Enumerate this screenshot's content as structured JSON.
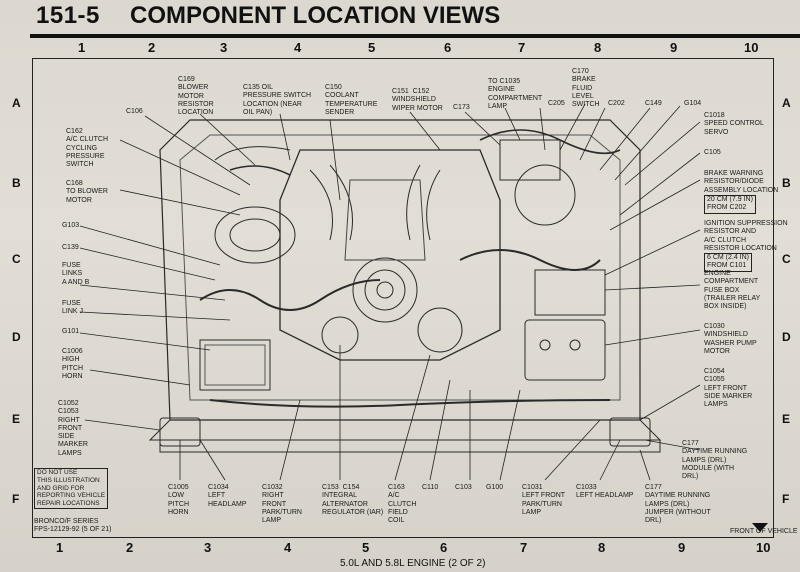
{
  "header": {
    "section": "151-5",
    "title": "COMPONENT LOCATION VIEWS"
  },
  "columns": [
    "1",
    "2",
    "3",
    "4",
    "5",
    "6",
    "7",
    "8",
    "9",
    "10"
  ],
  "rows": [
    "A",
    "B",
    "C",
    "D",
    "E",
    "F"
  ],
  "labels": {
    "c169": "C169\nBLOWER\nMOTOR\nRESISTOR\nLOCATION",
    "c135": "C135 OIL\nPRESSURE SWITCH\nLOCATION (NEAR\nOIL PAN)",
    "c150": "C150\nCOOLANT\nTEMPERATURE\nSENDER",
    "c151": "C151  C152\nWINDSHIELD\nWIPER MOTOR",
    "c1035": "TO C1035\nENGINE\nCOMPARTMENT\nLAMP",
    "c170": "C170\nBRAKE\nFLUID\nLEVEL\nSWITCH",
    "c106": "C106",
    "c173": "C173",
    "c205": "C205",
    "c202": "C202",
    "c149": "C149",
    "g104": "G104",
    "c1018": "C1018\nSPEED CONTROL\nSERVO",
    "c162": "C162\nA/C CLUTCH\nCYCLING\nPRESSURE\nSWITCH",
    "c105": "C105",
    "brake_warning": "BRAKE WARNING\nRESISTOR/DIODE\nASSEMBLY LOCATION",
    "brake_warning_dist": "20 cm (7.9 IN)\nFROM C202",
    "c168": "C168\nTO BLOWER\nMOTOR",
    "ign_supp": "IGNITION SUPPRESSION\nRESISTOR AND\nA/C CLUTCH\nRESISTOR LOCATION",
    "ign_supp_dist": "6 cm (2.4 IN)\nFROM C101",
    "g103": "G103",
    "c139": "C139",
    "fuse_links": "FUSE\nLINKS\nA AND B",
    "fuse_box": "ENGINE\nCOMPARTMENT\nFUSE BOX\n(TRAILER RELAY\nBOX INSIDE)",
    "fuse_link_j": "FUSE\nLINK J",
    "g101": "G101",
    "c1030": "C1030\nWINDSHIELD\nWASHER PUMP\nMOTOR",
    "c1006": "C1006\nHIGH\nPITCH\nHORN",
    "c1054": "C1054\nC1055\nLEFT FRONT\nSIDE MARKER\nLAMPS",
    "c1052": "C1052\nC1053\nRIGHT\nFRONT\nSIDE\nMARKER\nLAMPS",
    "c177a": "C177\nDAYTIME RUNNING\nLAMPS (DRL)\nMODULE (WITH\nDRL)",
    "c1005": "C1005\nLOW\nPITCH\nHORN",
    "c1034": "C1034\nLEFT\nHEADLAMP",
    "c1032": "C1032\nRIGHT\nFRONT\nPARK/TURN\nLAMP",
    "c153": "C153  C154\nINTEGRAL\nALTERNATOR\nREGULATOR (IAR)",
    "c163": "C163\nA/C\nCLUTCH\nFIELD\nCOIL",
    "c110": "C110",
    "c103": "C103",
    "g100": "G100",
    "c1031": "C1031\nLEFT FRONT\nPARK/TURN\nLAMP",
    "c1033": "C1033\nLEFT HEADLAMP",
    "c177b": "C177\nDAYTIME RUNNING\nLAMPS (DRL)\nJUMPER (WITHOUT\nDRL)",
    "front_vehicle": "FRONT OF VEHICLE",
    "do_not_use": "DO NOT USE\nTHIS ILLUSTRATION\nAND GRID FOR\nREPORTING VEHICLE\nREPAIR LOCATIONS",
    "series": "BRONCO/F SERIES\nFPS-12129-92 (5 OF 21)"
  },
  "caption": "5.0L AND 5.8L ENGINE (2 OF 2)"
}
